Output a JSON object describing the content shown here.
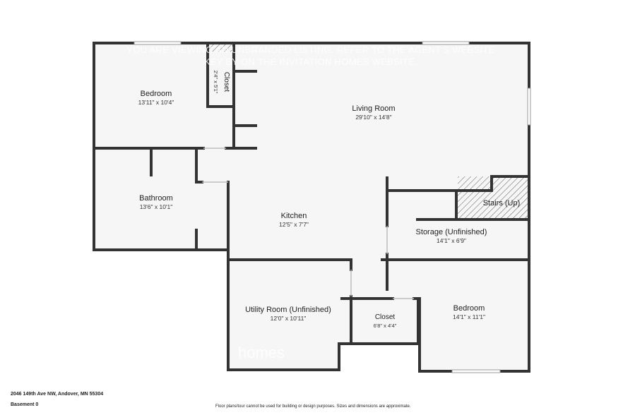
{
  "rooms": {
    "bedroom_1": {
      "name": "Bedroom",
      "dims": "13'11\" x 10'4\""
    },
    "closet_1": {
      "name": "Closet",
      "dims": "2'4\" x 5'1\""
    },
    "living_room": {
      "name": "Living Room",
      "dims": "29'10\" x 14'8\""
    },
    "bathroom": {
      "name": "Bathroom",
      "dims": "13'6\" x 10'1\""
    },
    "kitchen": {
      "name": "Kitchen",
      "dims": "12'5\" x 7'7\""
    },
    "stairs": {
      "name": "Stairs (Up)"
    },
    "storage": {
      "name": "Storage (Unfinished)",
      "dims": "14'1\" x 6'9\""
    },
    "utility": {
      "name": "Utility Room (Unfinished)",
      "dims": "12'0\" x 10'11\""
    },
    "closet_2": {
      "name": "Closet",
      "dims": "6'8\" x 4'4\""
    },
    "bedroom_2": {
      "name": "Bedroom",
      "dims": "14'1\" x 11'1\""
    }
  },
  "watermark": {
    "line1": "YOU ARE VIEWING AN UNBRANDED LISTING. REFER TO THE AGENT'S WEBSITE",
    "line2": "KEY BY ON THE INVITATION HOMES WEBSITE.",
    "logo": "homes"
  },
  "footer": {
    "address": "2046 149th Ave NW, Andover, MN 55304",
    "level": "Basement 0",
    "disclaimer": "Floor plans/tour cannot be used for building or design purposes. Sizes and dimensions are approximate."
  },
  "colors": {
    "wall": "#333333",
    "floor": "#f6f6f6",
    "window": "#cfcfcf"
  }
}
